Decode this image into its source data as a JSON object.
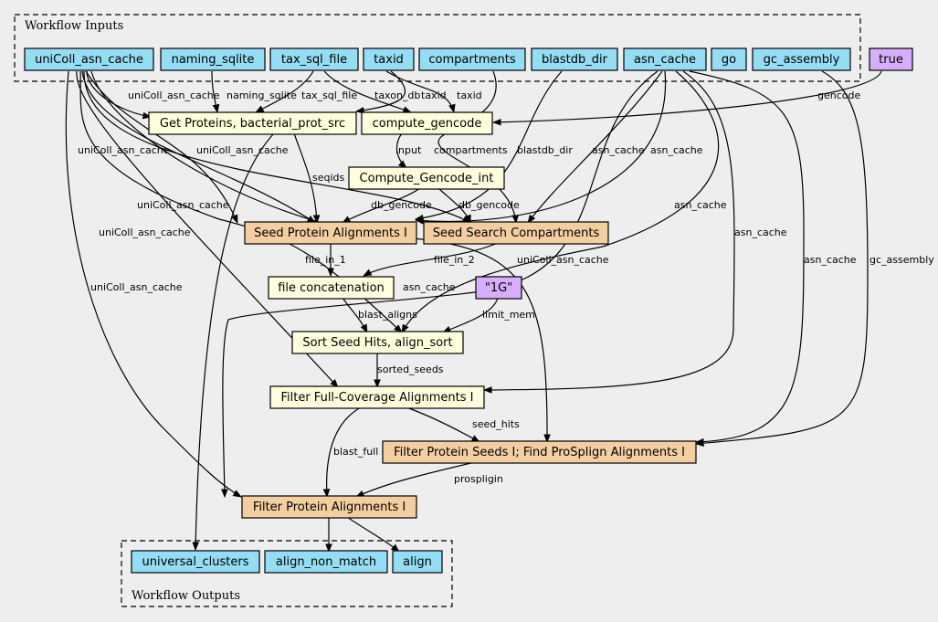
{
  "clusters": {
    "inputs": {
      "title": "Workflow Inputs"
    },
    "outputs": {
      "title": "Workflow Outputs"
    }
  },
  "colors": {
    "background": "#eeeeee",
    "io_node": "#94ddf4",
    "param_node": "#d6aef9",
    "step_node": "#ffffdd",
    "subworkflow_node": "#f3cea1"
  },
  "nodes": {
    "in_unicoll": "uniColl_asn_cache",
    "in_naming": "naming_sqlite",
    "in_taxsql": "tax_sql_file",
    "in_taxid": "taxid",
    "in_compartments": "compartments",
    "in_blastdb": "blastdb_dir",
    "in_asncache": "asn_cache",
    "in_go": "go",
    "in_gcassembly": "gc_assembly",
    "param_true": "true",
    "get_proteins": "Get Proteins, bacterial_prot_src",
    "compute_gencode": "compute_gencode",
    "compute_gencode_int": "Compute_Gencode_int",
    "seed_protein": "Seed Protein Alignments I",
    "seed_search": "Seed Search Compartments",
    "file_concat": "file concatenation",
    "param_1g": "\"1G\"",
    "sort_seed": "Sort Seed Hits, align_sort",
    "filter_full": "Filter Full-Coverage Alignments I",
    "filter_seeds": "Filter Protein Seeds I; Find ProSplign Alignments I",
    "filter_protein": "Filter Protein Alignments I",
    "out_universal": "universal_clusters",
    "out_nonmatch": "align_non_match",
    "out_align": "align"
  },
  "edge_labels": {
    "e1": "uniColl_asn_cache",
    "e2": "naming_sqlite",
    "e3": "tax_sql_file",
    "e4": "taxon_db",
    "e5": "taxid",
    "e6": "taxid",
    "e7": "gencode",
    "e8": "uniColl_asn_cache",
    "e9": "uniColl_asn_cache",
    "e10": "input",
    "e11": "compartments",
    "e12": "blastdb_dir",
    "e13": "asn_cache",
    "e14": "asn_cache",
    "e15": "seqids",
    "e16": "uniColl_asn_cache",
    "e17": "db_gencode",
    "e18": "db_gencode",
    "e19": "asn_cache",
    "e20": "uniColl_asn_cache",
    "e21": "asn_cache",
    "e22": "file_in_1",
    "e23": "file_in_2",
    "e24": "uniColl_asn_cache",
    "e25": "asn_cache",
    "e26": "gc_assembly",
    "e27": "uniColl_asn_cache",
    "e28": "asn_cache",
    "e29": "blast_aligns",
    "e30": "limit_mem",
    "e31": "sorted_seeds",
    "e32": "seed_hits",
    "e33": "blast_full",
    "e34": "prospligin"
  }
}
